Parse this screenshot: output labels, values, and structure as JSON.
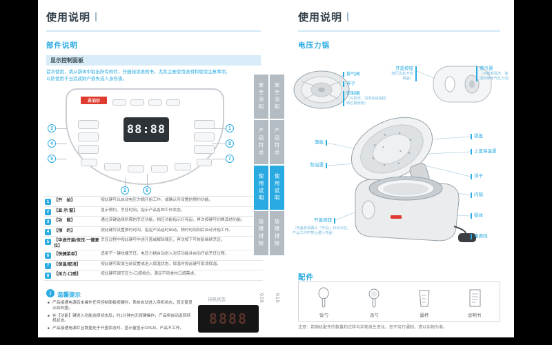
{
  "meta": {
    "accent": "#29abe2",
    "page_bg": "#ffffff",
    "frame_bg": "#000000"
  },
  "tabs": {
    "items": [
      "安全须知",
      "产品特点",
      "使用说明",
      "故障排除"
    ],
    "active": "使用说明"
  },
  "left_page": {
    "page_number": "009",
    "title": "使用说明",
    "parts_heading": "部件说明",
    "panel_strip": "显示控制面板",
    "intro_line1": "首次使用，请从锅体中取出所有附件，仔细阅读说明书，尤其注意使用说明和使用注意事项，",
    "intro_line2": "以防使用不当造成财产损失或人身伤害。",
    "panel": {
      "logo": "苏泊尔",
      "display": "88:88",
      "callouts": [
        "3",
        "4",
        "5",
        "1",
        "8",
        "7",
        "2",
        "6"
      ]
    },
    "table_rows": [
      {
        "num": "1",
        "label": "【开　始】",
        "desc": "按此键可以启动电压力锅开始工作，或确认所设置的预约功能。"
      },
      {
        "num": "2",
        "label": "【显 示 窗】",
        "desc": "显示预约、烹饪时间，指示产品各种工作状态。"
      },
      {
        "num": "3",
        "label": "【功　能】",
        "desc": "通过该键选择所需的烹饪功能，相应功能指示灯亮起，再次按键可切换其他功能。"
      },
      {
        "num": "4",
        "label": "【预　约】",
        "desc": "按此键可设置预约时间，指定产品延时启动，预约时间到后自动开始工作。"
      },
      {
        "num": "5",
        "label": "【中途开盖/保压·一键复位】",
        "desc": "烹饪过程中按此键可中途开盖或解除保压，再次按下可恢复继续烹饪。"
      },
      {
        "num": "6",
        "label": "【快捷菜单】",
        "desc": "适用于一键快捷烹饪，电压力锅自动进入对应功能并自动开始烹饪过程。"
      },
      {
        "num": "7",
        "label": "【保温/取消】",
        "desc": "按此键可取消当前设置或进入保温状态，保温时按此键可取消保温。"
      },
      {
        "num": "8",
        "label": "【压力-口感】",
        "desc": "按此键可调节压力-口感档位，满足不同食材口感需求。"
      }
    ],
    "tips": {
      "title": "温馨提示",
      "items": [
        "产品接通电源后未操作任何控制面板按键时，系统自动进入待机状态，显示窗显示如右图。",
        "在【功能】键进入功能选择状态后，约1分钟内无按键操作，产品将自动返回待机状态。",
        "产品接通电源并且锅盖处于开盖状态时，显示窗显示OPEN，产品不工作。"
      ],
      "standby_label": "待机状态",
      "standby_display": "8888"
    }
  },
  "right_page": {
    "page_number": "010",
    "title": "使用说明",
    "cooker_heading": "电压力锅",
    "labels": [
      {
        "t": "排气阀",
        "n": ""
      },
      {
        "t": "浮子",
        "n": ""
      },
      {
        "t": "密封圈",
        "n": "（可拆洗，清洗后请装回到位再使用）"
      },
      {
        "t": "开盖按钮",
        "n": "（按压此处开启锅盖）"
      },
      {
        "t": "蒸汽罩",
        "n": "（可拆卸清洗，装回时参考气孔方向）"
      },
      {
        "t": "面板",
        "n": ""
      },
      {
        "t": "防溢罩",
        "n": ""
      },
      {
        "t": "锅盖",
        "n": ""
      },
      {
        "t": "上盖保温罩",
        "n": ""
      },
      {
        "t": "浮子",
        "n": ""
      },
      {
        "t": "内锅",
        "n": ""
      },
      {
        "t": "锅体",
        "n": ""
      },
      {
        "t": "开盖按钮",
        "n": "（开盖前请确认「开/合」标识对位，产品工作中禁止强行开盖）"
      },
      {
        "t": "电源线",
        "n": ""
      }
    ],
    "accessories": {
      "heading": "配件",
      "items": [
        "饭勺",
        "汤勺",
        "量杯",
        "说明书"
      ],
      "note": "注意：若随机配件的数量和式样与实物发生变化，恕不另行通知，请以实物为准。"
    }
  }
}
